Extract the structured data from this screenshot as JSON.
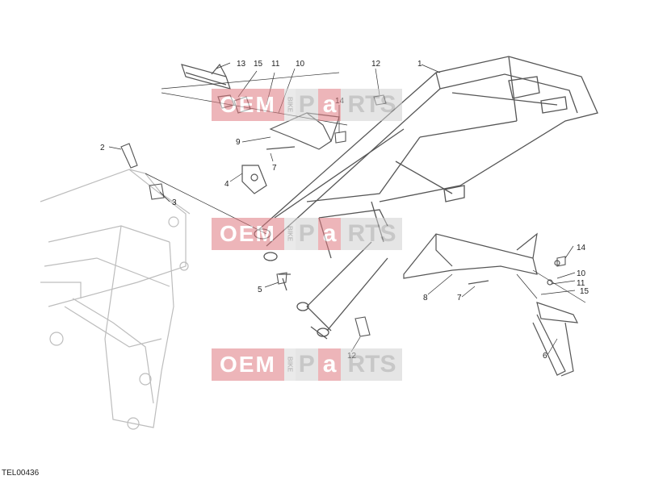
{
  "diagram": {
    "reference_code": "TEL00436",
    "callouts": [
      "1",
      "2",
      "3",
      "4",
      "5",
      "6",
      "7",
      "8",
      "9",
      "10",
      "11",
      "12",
      "13",
      "14",
      "15",
      "7",
      "11",
      "12",
      "14",
      "15",
      "10"
    ],
    "labels": {
      "c1": "1",
      "c2": "2",
      "c3": "3",
      "c4": "4",
      "c5": "5",
      "c6": "6",
      "c7a": "7",
      "c7b": "7",
      "c8": "8",
      "c9": "9",
      "c10a": "10",
      "c10b": "10",
      "c11a": "11",
      "c11b": "11",
      "c12a": "12",
      "c12b": "12",
      "c13": "13",
      "c14a": "14",
      "c14b": "14",
      "c15a": "15",
      "c15b": "15"
    }
  },
  "watermark": {
    "oem": "OEM",
    "bike": "BIKE",
    "p": "P",
    "a": "a",
    "rts": "RTS"
  },
  "colors": {
    "line": "#555555",
    "faint_frame": "#bdbdbd",
    "watermark_pink": "#e07a80",
    "watermark_grey": "#d0d0d0"
  }
}
